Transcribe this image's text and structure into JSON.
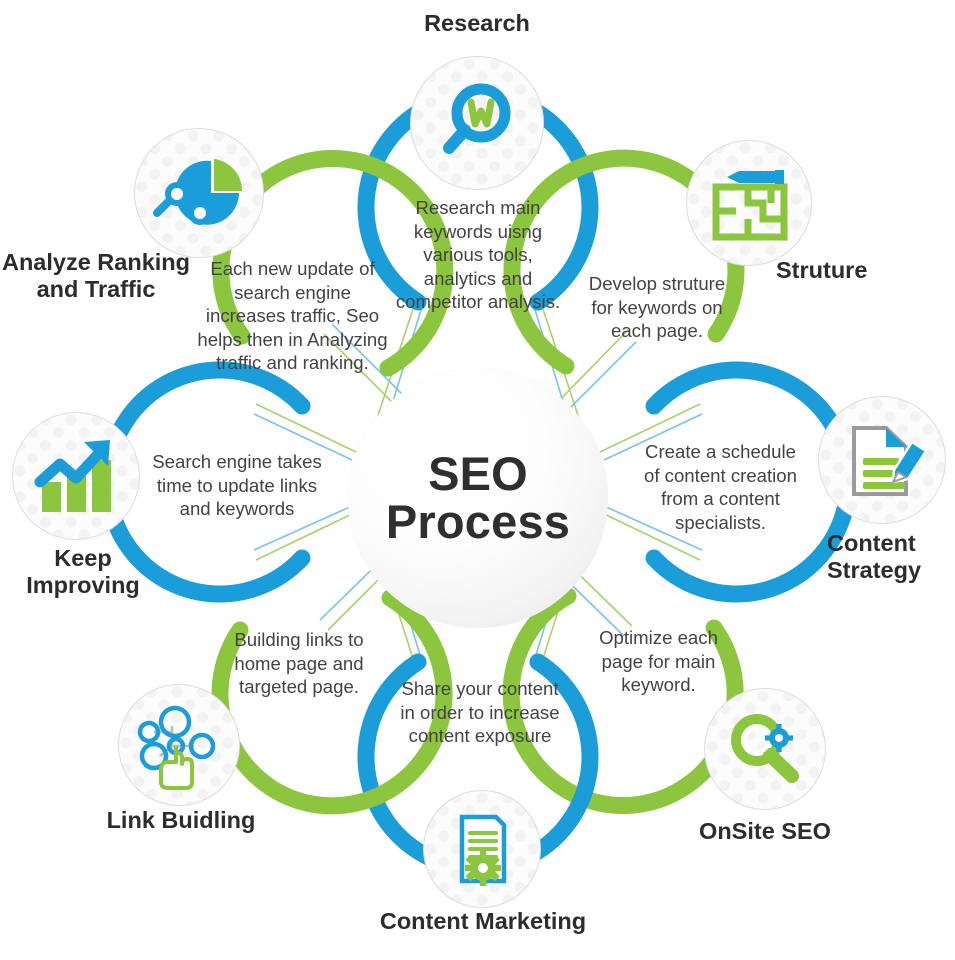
{
  "center": {
    "line1": "SEO",
    "line2": "Process"
  },
  "colors": {
    "blue": "#1b9dd9",
    "green": "#8cc63f",
    "text": "#434343",
    "title": "#2d2d2d"
  },
  "nodes": [
    {
      "id": "research",
      "title": "Research",
      "description": "Research main keywords uisng various tools, analytics and competitor analysis.",
      "icon": "magnifier-search-icon",
      "accent": "#1b9dd9"
    },
    {
      "id": "struture",
      "title": "Struture",
      "description": "Develop struture for keywords on each page.",
      "icon": "blueprint-pencil-icon",
      "accent": "#8cc63f"
    },
    {
      "id": "content-strategy",
      "title": "Content Strategy",
      "title_line1": "Content",
      "title_line2": "Strategy",
      "description": "Create a schedule of content creation from a content specialists.",
      "icon": "document-pencil-icon",
      "accent": "#1b9dd9"
    },
    {
      "id": "onsite-seo",
      "title": "OnSite SEO",
      "description": "Optimize each page for main keyword.",
      "icon": "magnifier-gear-icon",
      "accent": "#8cc63f"
    },
    {
      "id": "content-marketing",
      "title": "Content Marketing",
      "description": "Share your content in order to increase content exposure",
      "icon": "document-gear-icon",
      "accent": "#1b9dd9"
    },
    {
      "id": "link-buidling",
      "title": "Link Buidling",
      "description": "Building links to home page and targeted page.",
      "icon": "network-nodes-hand-icon",
      "accent": "#8cc63f"
    },
    {
      "id": "keep-improving",
      "title": "Keep Improving",
      "title_line1": "Keep",
      "title_line2": "Improving",
      "description": "Search engine takes time to update links and keywords",
      "icon": "growth-bar-chart-arrow-icon",
      "accent": "#1b9dd9"
    },
    {
      "id": "analyze-ranking-and-traffic",
      "title": "Analyze Ranking and Traffic",
      "title_line1": "Analyze Ranking",
      "title_line2": "and Traffic",
      "description": "Each new update of search engine increases traffic, Seo helps then in Analyzing traffic and ranking.",
      "icon": "pie-chart-line-graph-icon",
      "accent": "#8cc63f"
    }
  ]
}
